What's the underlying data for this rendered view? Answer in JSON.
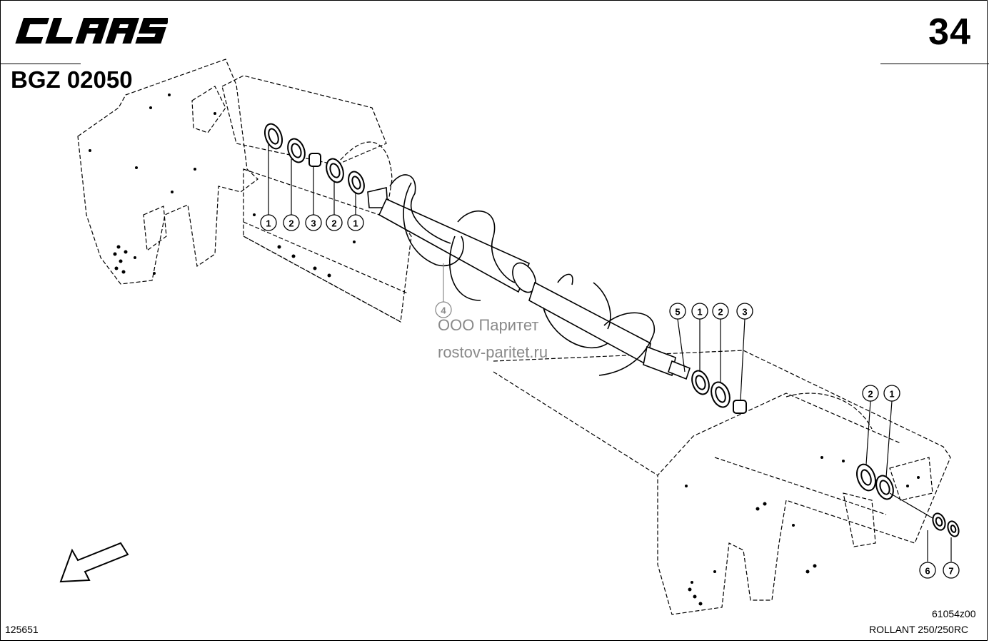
{
  "header": {
    "brand": "CLAAS",
    "page_number": "34",
    "group_code": "BGZ 02050"
  },
  "watermark": {
    "line1": "ООО Паритет",
    "line2": "rostov-paritet.ru"
  },
  "footer": {
    "reference_code": "61054z00",
    "sheet_number": "125651",
    "model": "ROLLANT 250/250RC"
  },
  "callouts": {
    "left_group": [
      "1",
      "2",
      "3",
      "2",
      "1"
    ],
    "auger": "4",
    "middle_group": [
      "5",
      "1",
      "2",
      "3"
    ],
    "right_group": [
      "2",
      "1"
    ],
    "washers": [
      "6",
      "7"
    ]
  },
  "colors": {
    "line": "#000000",
    "watermark": "#8a8a8a",
    "background": "#ffffff"
  },
  "icons": {
    "direction": "arrow-down-left-icon"
  }
}
